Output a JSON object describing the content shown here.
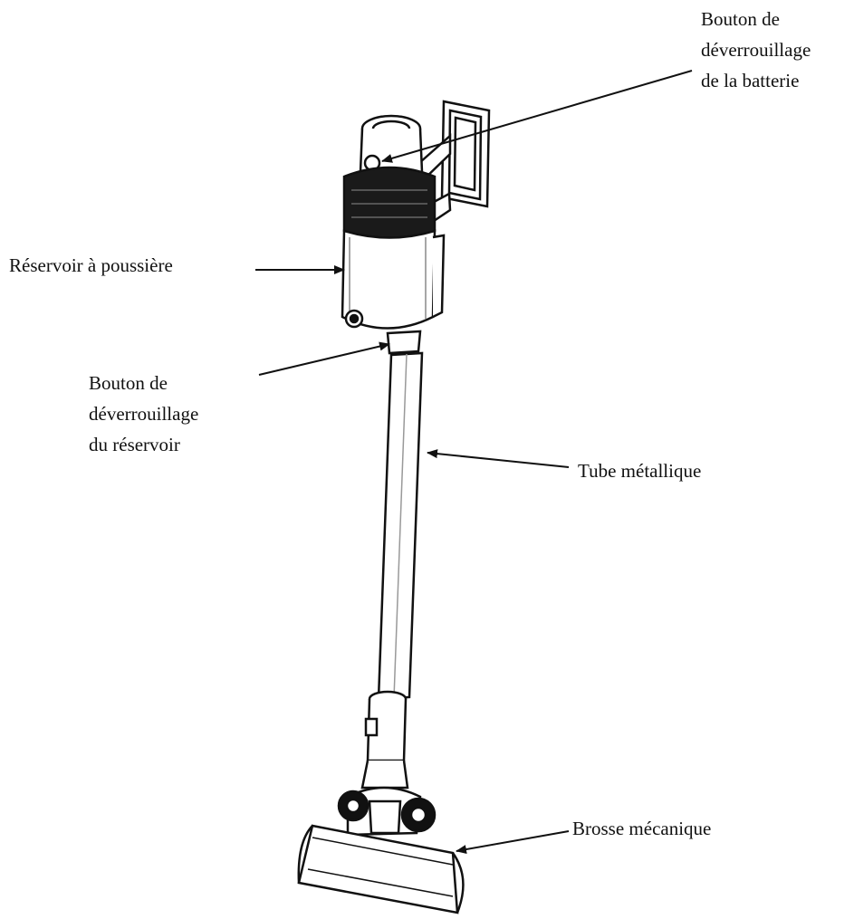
{
  "labels": {
    "battery_release": [
      "Bouton de",
      "déverrouillage",
      "de la batterie"
    ],
    "dust_tank": "Réservoir à poussière",
    "tank_release": [
      "Bouton de",
      "déverrouillage",
      "du réservoir"
    ],
    "metal_tube": "Tube métallique",
    "brush": "Brosse mécanique"
  }
}
